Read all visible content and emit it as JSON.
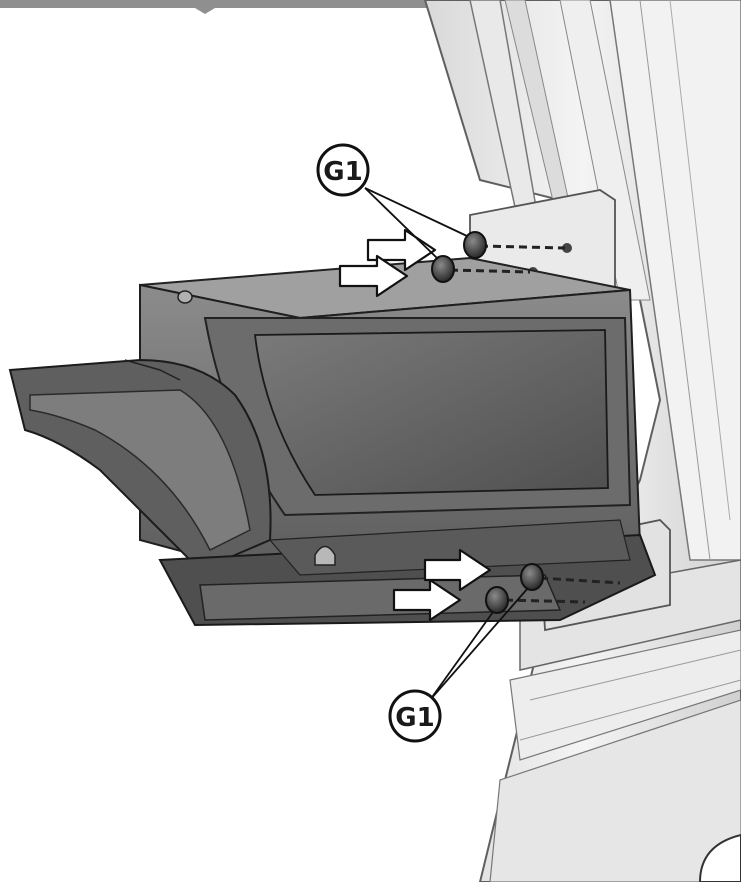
{
  "callouts": [
    {
      "id": "upper",
      "label": "G1"
    },
    {
      "id": "lower",
      "label": "G1"
    }
  ],
  "colors": {
    "frame": "#ececec",
    "frame_edge": "#6b6b6b",
    "shelf_dark": "#5a5a5a",
    "shelf_mid": "#7a7a7a",
    "shelf_light": "#9a9a9a",
    "arrow_fill": "#ffffff",
    "outline": "#111111"
  },
  "icons": [
    "insert-arrow-icon",
    "screw-cap-icon",
    "dashed-guide-line"
  ]
}
